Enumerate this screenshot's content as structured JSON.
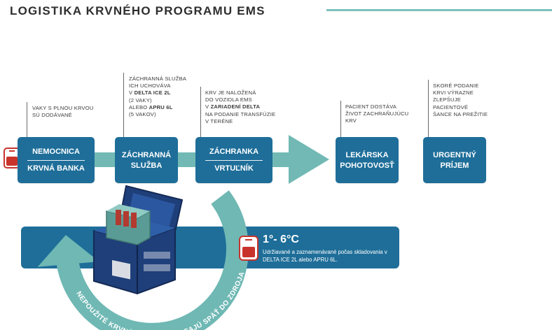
{
  "header": {
    "title": "LOGISTIKA KRVNÉHO PROGRAMU EMS"
  },
  "notes": {
    "n1": [
      "VAKY S PLNOU KRVOU",
      "SÚ DODÁVANÉ"
    ],
    "n2": {
      "l1": "ZÁCHRANNÁ SLUŽBA",
      "l2": "ICH UCHOVÁVA",
      "l3a": "V ",
      "l3b": "DELTA ICE 2L",
      "l4": "(2 VAKY)",
      "l5a": "ALEBO ",
      "l5b": "APRU 6L",
      "l6": "(5 VAKOV)"
    },
    "n3": {
      "l1": "KRV JE NALOŽENÁ",
      "l2": "DO VOZIDLA EMS",
      "l3a": "V ",
      "l3b": "ZARIADENÍ DELTA",
      "l4": "NA PODANIE TRANSFÚZIE",
      "l5": "V TERÉNE"
    },
    "n4": [
      "PACIENT DOSTÁVA",
      "ŽIVOT ZACHRAŇUJÚCU",
      "KRV"
    ],
    "n5": [
      "SKORÉ PODANIE",
      "KRVI VÝRAZNE",
      "ZLEPŠUJE",
      "PACIENTOVÉ",
      "ŠANCE NA PREŽITIE"
    ]
  },
  "boxes": {
    "b1": {
      "top": "NEMOCNICA",
      "bottom": "KRVNÁ BANKA"
    },
    "b2": {
      "top": "ZÁCHRANNÁ",
      "bottom": "SLUŽBA"
    },
    "b3": {
      "top": "ZÁCHRANKA",
      "bottom": "VRTUĽNÍK"
    },
    "b4": {
      "top": "LEKÁRSKA",
      "bottom": "POHOTOVOSŤ"
    },
    "b5": {
      "top": "URGENTNÝ",
      "bottom": "PRÍJEM"
    }
  },
  "storage": {
    "temperature": "1°- 6°C",
    "text": "Udržiavané a zaznamenávané počas skladovania v DELTA ICE 2L alebo APRU 6L."
  },
  "return_arrow": {
    "text": "NEPOUŽITÉ KRVNÉ VAKY SA VRACAJÚ SPÄŤ DO ZDROJA"
  },
  "colors": {
    "box_blue": "#1e6e99",
    "teal_arrow": "#6fb8b4",
    "blood_red": "#c8342c",
    "title_line": "#7dc2bd"
  },
  "icons": [
    "blood-bag-icon",
    "blood-bag-icon",
    "cooler-box-illustration"
  ]
}
